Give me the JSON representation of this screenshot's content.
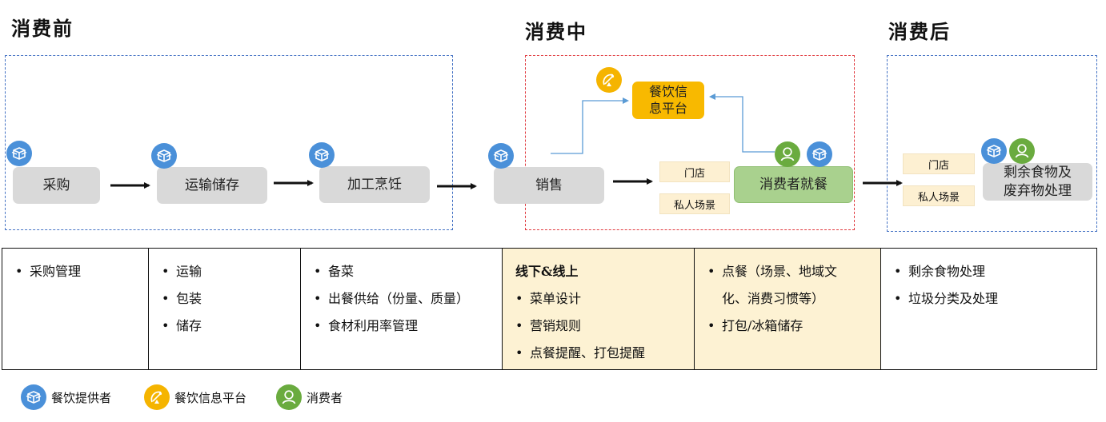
{
  "phases": {
    "before": "消费前",
    "during": "消费中",
    "after": "消费后"
  },
  "nodes": {
    "purchase": "采购",
    "transport_storage": "运输储存",
    "processing_cooking": "加工烹饪",
    "sales": "销售",
    "platform_line1": "餐饮信",
    "platform_line2": "息平台",
    "dining": "消费者就餐",
    "leftover_line1": "剩余食物及",
    "leftover_line2": "废弃物处理"
  },
  "place_tags": {
    "during_store": "门店",
    "during_private": "私人场景",
    "after_store": "门店",
    "after_private": "私人场景"
  },
  "table": {
    "col1": {
      "items": [
        "采购管理"
      ]
    },
    "col2": {
      "items": [
        "运输",
        "包装",
        "储存"
      ]
    },
    "col3": {
      "items": [
        "备菜",
        "出餐供给（份量、质量）",
        "食材利用率管理"
      ]
    },
    "col4": {
      "heading": "线下&线上",
      "items": [
        "菜单设计",
        "营销规则",
        "点餐提醒、打包提醒"
      ]
    },
    "col5": {
      "item1_line1": "点餐（场景、地域文",
      "item1_line2": "化、消费习惯等）",
      "item2": "打包/冰箱储存"
    },
    "col6": {
      "items": [
        "剩余食物处理",
        "垃圾分类及处理"
      ]
    }
  },
  "legend": {
    "provider": "餐饮提供者",
    "platform": "餐饮信息平台",
    "consumer": "消费者"
  },
  "colors": {
    "provider_icon": "#4a90d9",
    "platform_icon": "#f5b400",
    "consumer_icon": "#6aab3f",
    "platform_node": "#f8b900",
    "dining_node": "#a9d18e",
    "highlight_bg": "#fdf2d3",
    "blue_frame": "#4472c4",
    "red_frame": "#e0393e"
  },
  "icons": {
    "provider": "box-icon",
    "platform": "satellite-dish-icon",
    "consumer": "person-icon"
  }
}
